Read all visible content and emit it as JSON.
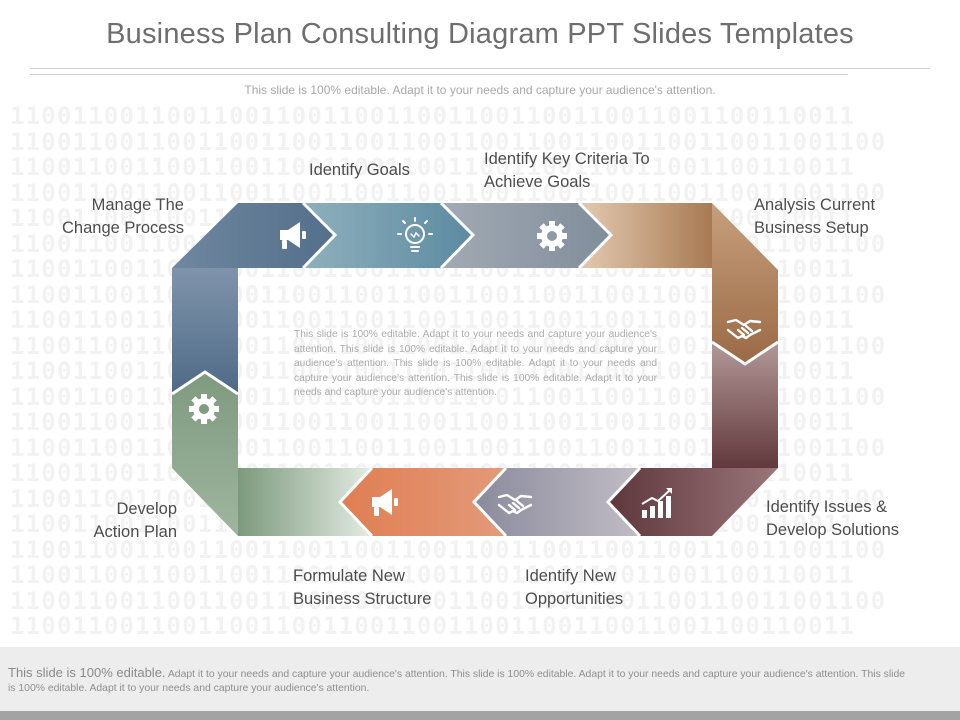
{
  "title": "Business Plan Consulting Diagram PPT Slides Templates",
  "subtitle": "This slide is 100% editable. Adapt it to your needs and capture your audience's attention.",
  "watermark_row_odd": "110011001100110011001100110011001100110011001100110011",
  "watermark_row_even": "11001100110011001100110011001100110011001100110011001100",
  "steps": {
    "manage": {
      "line1": "Manage The",
      "line2": "Change Process",
      "icon": "megaphone-icon",
      "color": "#5f7790"
    },
    "goals": {
      "line1": "Identify Goals",
      "icon": "lightbulb-icon",
      "color": "#6b94a6"
    },
    "criteria": {
      "line1": "Identify Key Criteria To",
      "line2": "Achieve Goals",
      "icon": "gear-icon",
      "color": "#8d9aa6"
    },
    "analysis": {
      "line1": "Analysis Current",
      "line2": "Business Setup",
      "icon": "handshake-icon",
      "color": "#a77b57"
    },
    "issues": {
      "line1": "Identify Issues &",
      "line2": "Develop Solutions",
      "icon": "growth-chart-icon",
      "color": "#6d4347"
    },
    "opportunities": {
      "line1": "Identify New",
      "line2": "Opportunities",
      "icon": "handshake-icon",
      "color": "#8e8da0"
    },
    "structure": {
      "line1": "Formulate New",
      "line2": "Business Structure",
      "icon": "megaphone-icon",
      "color": "#e0835a"
    },
    "action": {
      "line1": "Develop",
      "line2": "Action Plan",
      "icon": "gear-icon",
      "color": "#7f9c80"
    }
  },
  "center_text": "This slide is 100% editable. Adapt it to your needs and capture your audience's attention. This slide is 100% editable. Adapt it to your needs and capture your audience's attention. This slide is 100% editable. Adapt it to your needs and capture your audience's attention. This slide is 100% editable. Adapt it to your needs and capture your audience's attention.",
  "footer": {
    "lead": "This slide is 100% editable.",
    "rest": "Adapt it to your needs and capture your audience's attention. This slide is 100% editable. Adapt it to your needs and capture your audience's attention. This slide is 100% editable. Adapt it to your needs and capture your audience's attention."
  }
}
